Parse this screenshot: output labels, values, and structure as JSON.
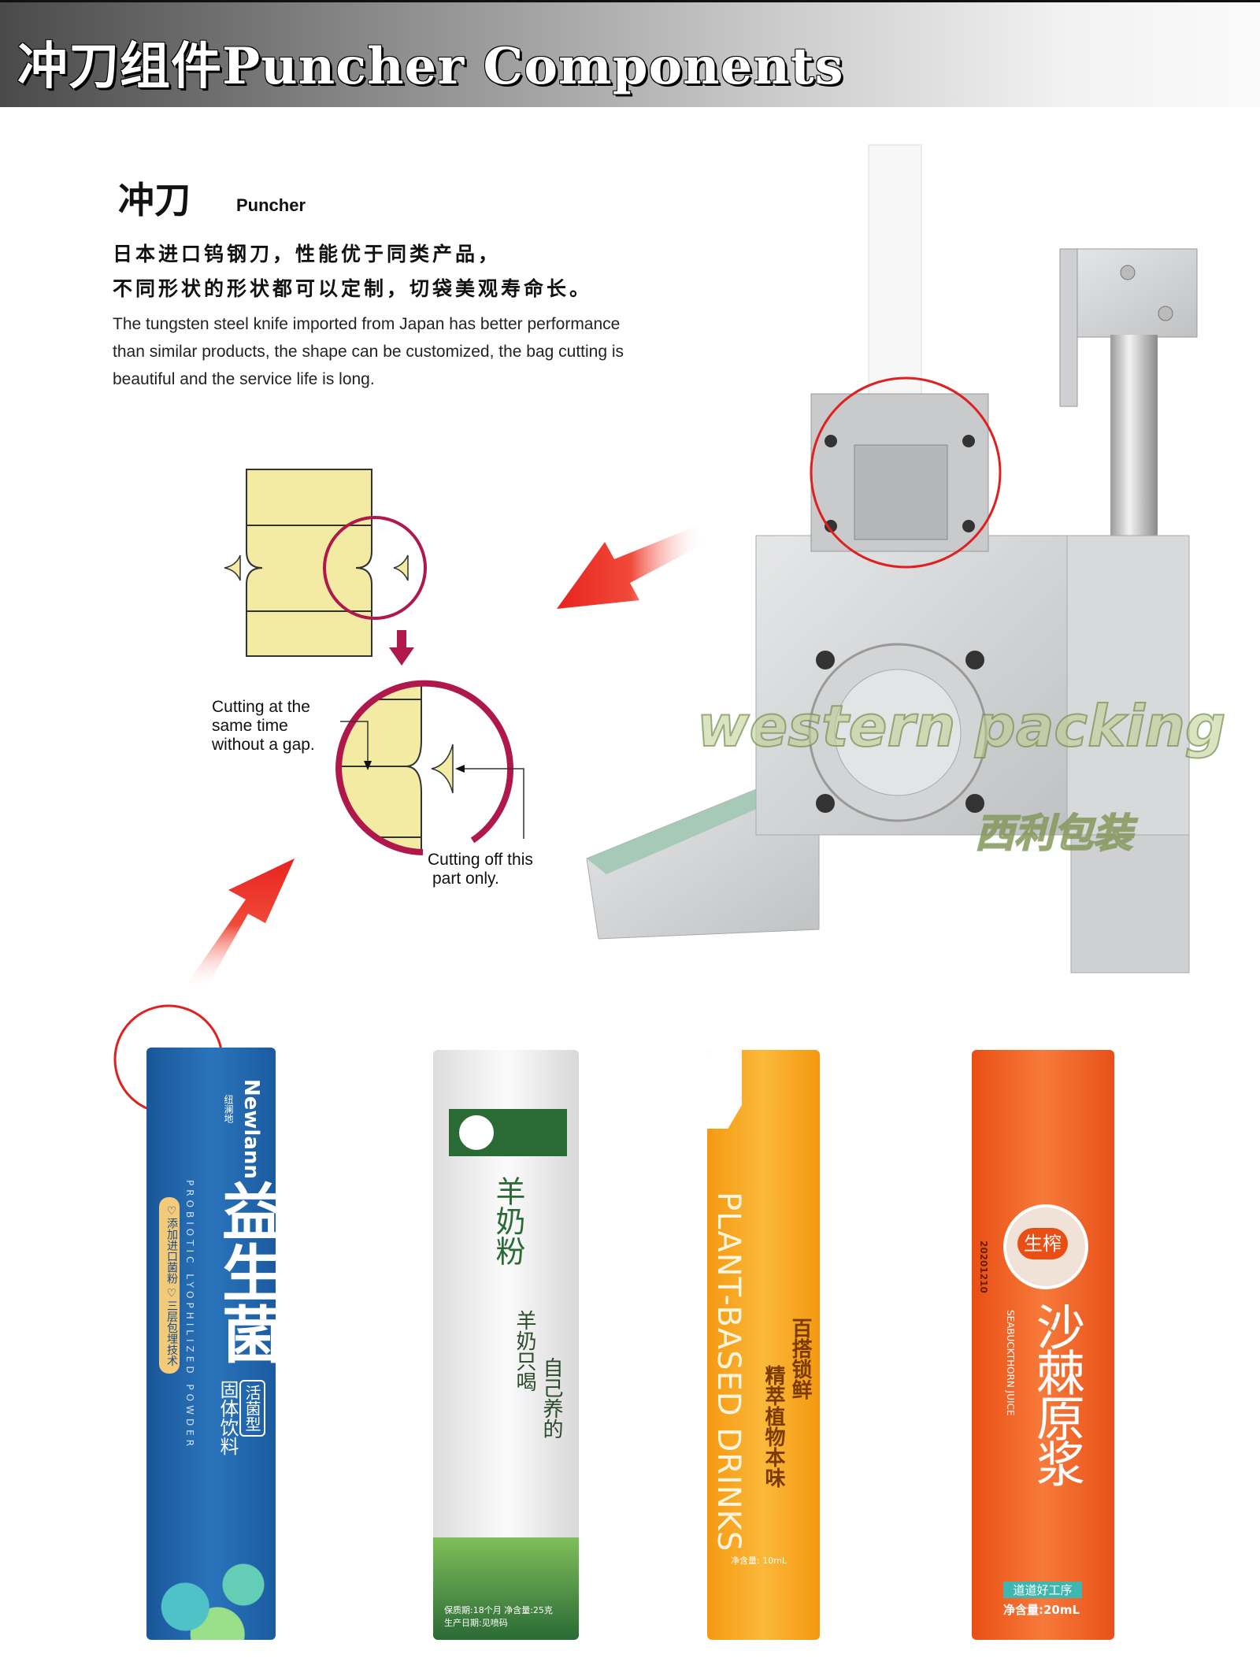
{
  "header": {
    "title": "冲刀组件Puncher Components"
  },
  "section": {
    "title_cn": "冲刀",
    "title_en": "Puncher",
    "desc_cn": [
      "日本进口钨钢刀，性能优于同类产品，",
      "不同形状的形状都可以定制，切袋美观寿命长。"
    ],
    "desc_en": [
      "The tungsten steel knife imported from Japan has better performance",
      "than similar products, the shape can be customized, the bag cutting is",
      "beautiful and the service life is long."
    ]
  },
  "diagram": {
    "label_left": [
      "Cutting at the",
      "same time",
      "without a gap."
    ],
    "label_right": [
      "Cutting off this",
      "part only."
    ]
  },
  "watermark": {
    "en": "western packing",
    "cn": "西利包装"
  },
  "colors": {
    "accent_red": "#e8231f",
    "diagram_circle": "#b0174a",
    "strip_fill": "#f3eaa3"
  },
  "bags": [
    {
      "brand": "Newlann",
      "brand_cn": "纽澜地",
      "name": "益生菌",
      "sub": "PROBIOTIC LYOPHILIZED POWDER",
      "tag": "活菌型",
      "type": "固体饮料",
      "band": "♡添加进口菌粉 ♡三层包埋技术",
      "color": "#1f63a8"
    },
    {
      "name": "羊奶粉",
      "slogan1": "羊奶只喝",
      "slogan2": "自己养的",
      "info": "保质期:18个月 净含量:25克",
      "info2": "生产日期:见喷码",
      "color": "#2a6a35"
    },
    {
      "name": "PLANT-BASED DRINKS",
      "slogan1": "百搭锁鲜",
      "slogan2": "精萃植物本味",
      "net": "净含量: 10mL",
      "color": "#f7a21a"
    },
    {
      "name": "沙棘原浆",
      "sub": "SEABUCKTHORN JUICE",
      "badge": "生榨",
      "date": "20201210",
      "band": "道道好工序",
      "net": "净含量:20mL",
      "color": "#f05a1c"
    }
  ]
}
